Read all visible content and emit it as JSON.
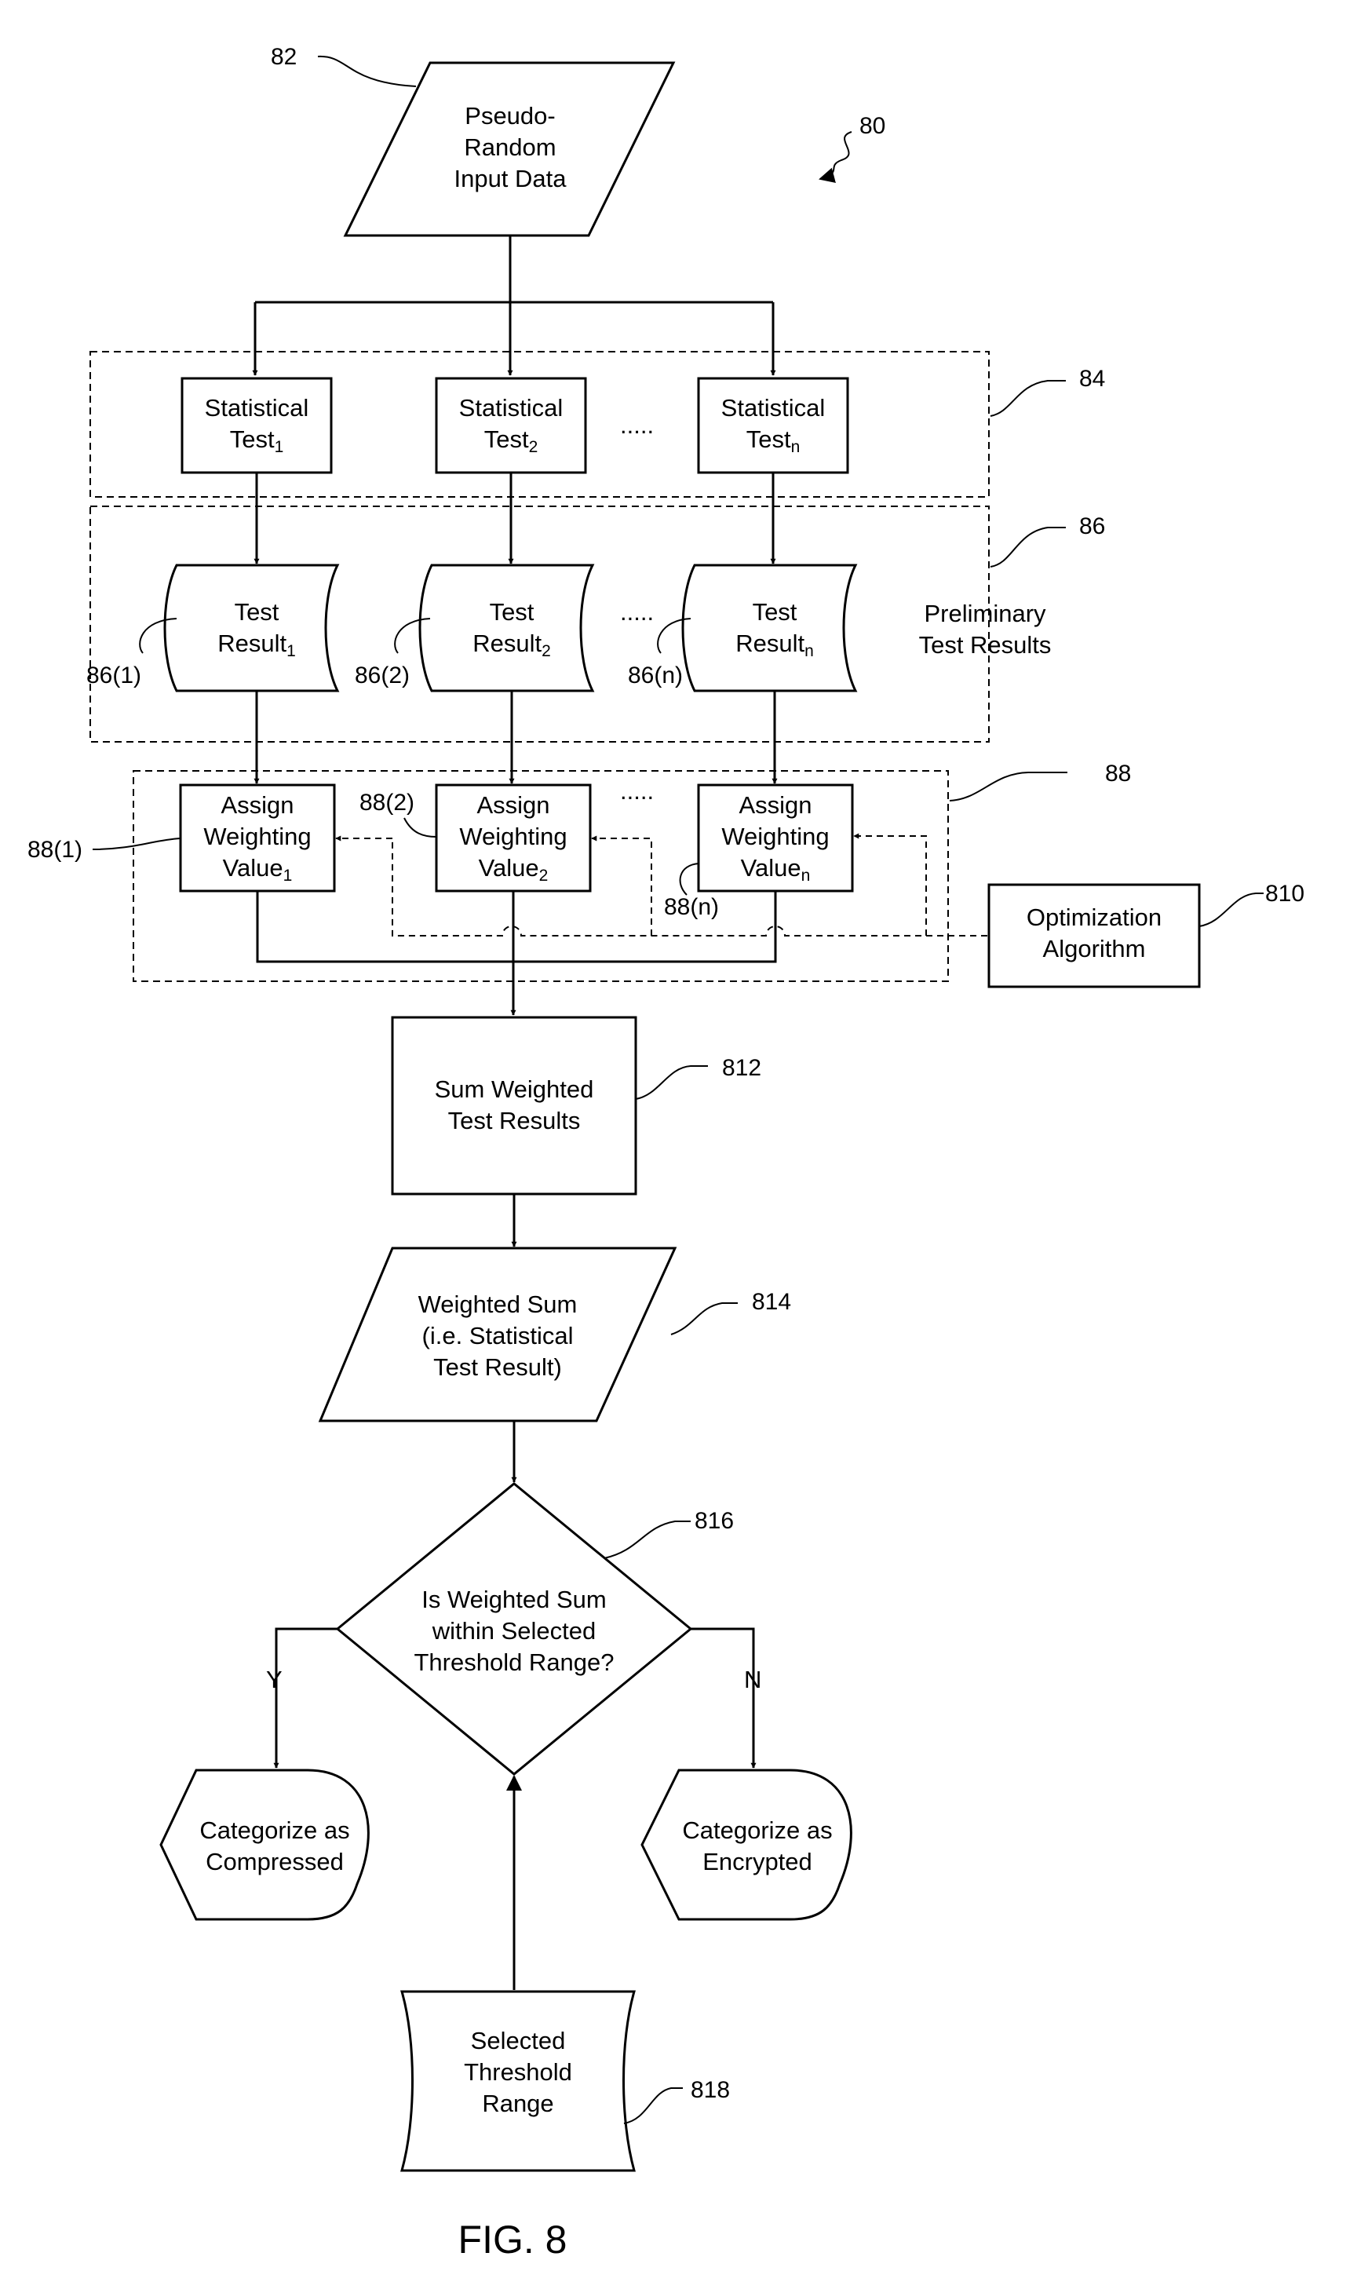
{
  "figure": {
    "caption": "FIG. 8"
  },
  "refs": {
    "r80": "80",
    "r82": "82",
    "r84": "84",
    "r86": "86",
    "r86_1": "86(1)",
    "r86_2": "86(2)",
    "r86_n": "86(n)",
    "r88": "88",
    "r88_1": "88(1)",
    "r88_2": "88(2)",
    "r88_n": "88(n)",
    "r810": "810",
    "r812": "812",
    "r814": "814",
    "r816": "816",
    "r818": "818"
  },
  "nodes": {
    "input": [
      "Pseudo-",
      "Random",
      "Input Data"
    ],
    "stat_test": {
      "label": "Statistical",
      "base": "Test",
      "subs": [
        "1",
        "2",
        "n"
      ]
    },
    "test_result": {
      "label": "Test",
      "base": "Result",
      "subs": [
        "1",
        "2",
        "n"
      ]
    },
    "weighting": {
      "line1": "Assign",
      "line2": "Weighting",
      "base": "Value",
      "subs": [
        "1",
        "2",
        "n"
      ]
    },
    "ellipsis": ".....",
    "preliminary": [
      "Preliminary",
      "Test Results"
    ],
    "optimization": [
      "Optimization",
      "Algorithm"
    ],
    "sum": [
      "Sum Weighted",
      "Test Results"
    ],
    "weighted_sum": [
      "Weighted Sum",
      "(i.e. Statistical",
      "Test Result)"
    ],
    "decision": [
      "Is Weighted Sum",
      "within Selected",
      "Threshold Range?"
    ],
    "yes": "Y",
    "no": "N",
    "compressed": [
      "Categorize as",
      "Compressed"
    ],
    "encrypted": [
      "Categorize as",
      "Encrypted"
    ],
    "threshold": [
      "Selected",
      "Threshold",
      "Range"
    ]
  }
}
